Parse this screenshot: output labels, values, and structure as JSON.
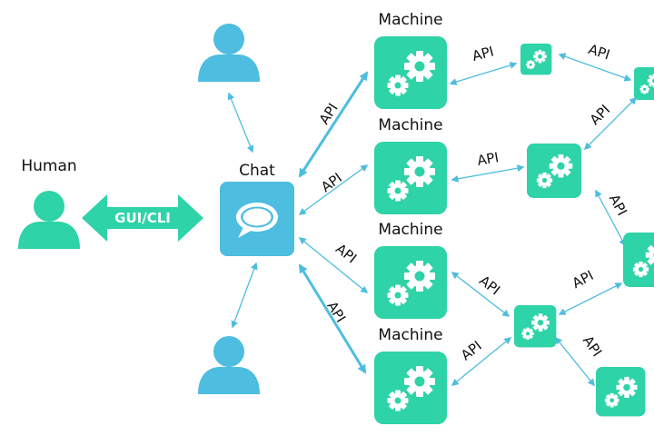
{
  "nodes": {
    "human_label": "Human",
    "chat_label": "Chat",
    "machine_labels": [
      "Machine",
      "Machine",
      "Machine",
      "Machine"
    ]
  },
  "edges": {
    "gui_cli_label": "GUI/CLI",
    "api_label": "API"
  },
  "colors": {
    "machine": "#2ed3a8",
    "chat": "#4dbde0",
    "user": "#4dbde0",
    "human": "#2ed3a8",
    "arrow": "#4dbde0",
    "gears": "#ffffff"
  }
}
